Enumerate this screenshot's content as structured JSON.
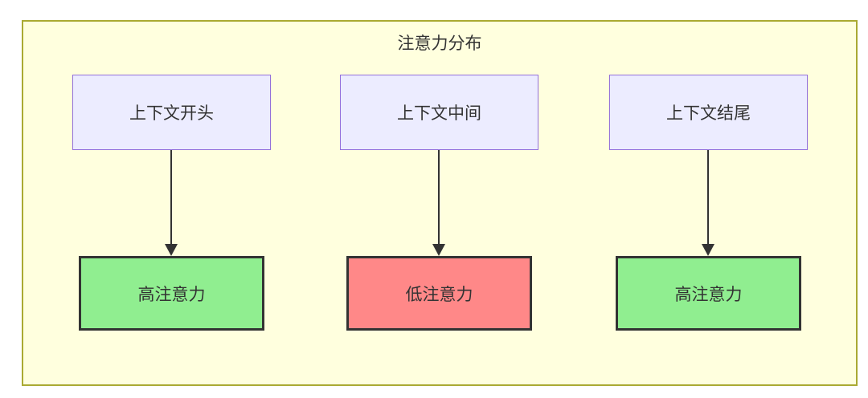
{
  "diagram": {
    "type": "flowchart",
    "title": "注意力分布",
    "columns": [
      {
        "source": "上下文开头",
        "target": "高注意力",
        "attention": "high",
        "target_fill": "#90ee90"
      },
      {
        "source": "上下文中间",
        "target": "低注意力",
        "attention": "low",
        "target_fill": "#ff8888"
      },
      {
        "source": "上下文结尾",
        "target": "高注意力",
        "attention": "high",
        "target_fill": "#90ee90"
      }
    ],
    "colors": {
      "page_background": "#ffffff",
      "container_fill": "#ffffde",
      "container_border": "#aaaa33",
      "source_fill": "#ececff",
      "source_border": "#9370db",
      "target_border": "#333333",
      "arrow": "#333333",
      "text": "#333333"
    }
  }
}
